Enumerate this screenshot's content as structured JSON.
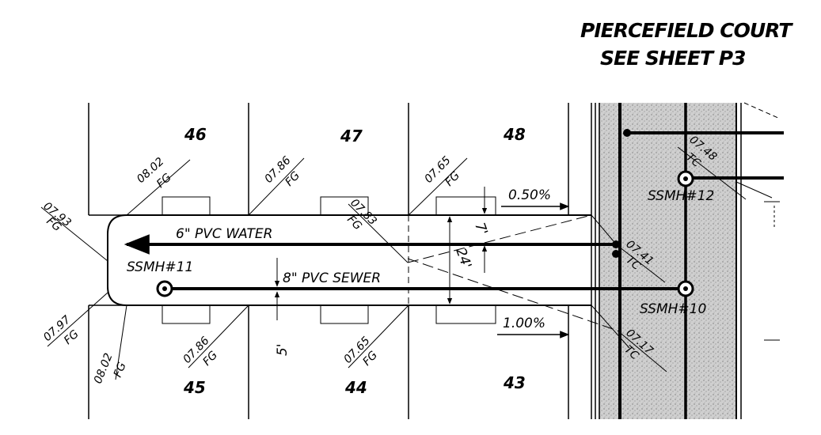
{
  "header": {
    "line1": "PIERCEFIELD COURT",
    "line2": "SEE SHEET P3"
  },
  "lots": {
    "lot46": "46",
    "lot47": "47",
    "lot48": "48",
    "lot45": "45",
    "lot44": "44",
    "lot43": "43"
  },
  "pipes": {
    "water": "6\" PVC WATER",
    "sewer": "8\" PVC SEWER"
  },
  "manholes": {
    "ssmh11": "SSMH#11",
    "ssmh12": "SSMH#12",
    "ssmh10": "SSMH#10"
  },
  "slopes": {
    "top": "0.50%",
    "bottom": "1.00%"
  },
  "dims": {
    "d7": "7'",
    "d24": "24'",
    "d5": "5'"
  },
  "elevations": [
    {
      "value": "07.93",
      "code": "FG"
    },
    {
      "value": "08.02",
      "code": "FG"
    },
    {
      "value": "07.86",
      "code": "FG"
    },
    {
      "value": "07.83",
      "code": "FG"
    },
    {
      "value": "07.65",
      "code": "FG"
    },
    {
      "value": "07.48",
      "code": "TC"
    },
    {
      "value": "07.41",
      "code": "TC"
    },
    {
      "value": "07.17",
      "code": "TC"
    },
    {
      "value": "07.97",
      "code": "FG"
    },
    {
      "value": "08.02",
      "code": "FG"
    },
    {
      "value": "07.86",
      "code": "FG"
    },
    {
      "value": "07.65",
      "code": "FG"
    }
  ]
}
